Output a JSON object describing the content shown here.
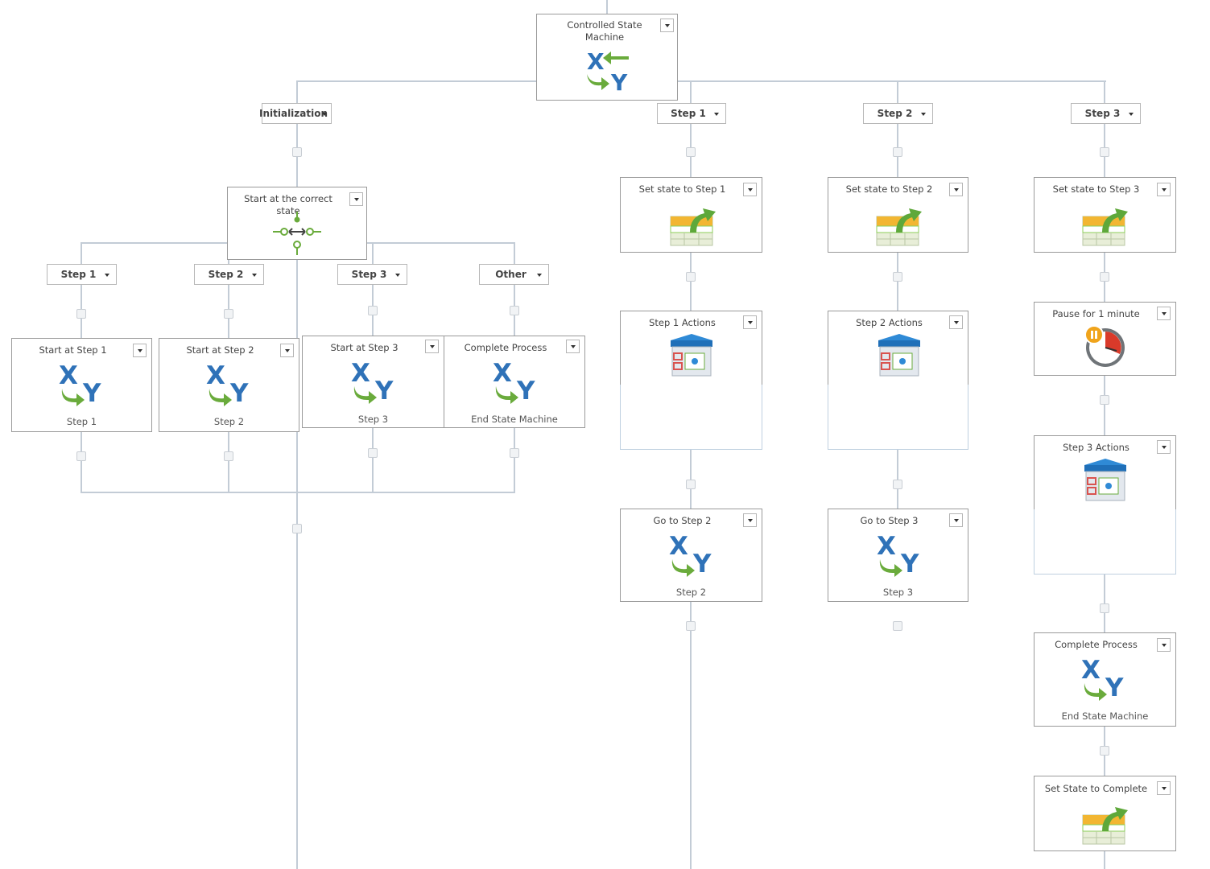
{
  "root": {
    "title": "Controlled State Machine"
  },
  "init": {
    "branch_label": "Initialization",
    "decision_title": "Start at the correct state",
    "branches": [
      {
        "label": "Step 1",
        "action_title": "Start at Step 1",
        "action_sub": "Step 1"
      },
      {
        "label": "Step 2",
        "action_title": "Start at Step 2",
        "action_sub": "Step 2"
      },
      {
        "label": "Step 3",
        "action_title": "Start at Step 3",
        "action_sub": "Step 3"
      },
      {
        "label": "Other",
        "action_title": "Complete Process",
        "action_sub": "End State Machine"
      }
    ]
  },
  "step1": {
    "label": "Step 1",
    "set_state_title": "Set state to Step 1",
    "actions_title": "Step 1 Actions",
    "goto_title": "Go to Step 2",
    "goto_sub": "Step 2"
  },
  "step2": {
    "label": "Step 2",
    "set_state_title": "Set state to Step 2",
    "actions_title": "Step 2 Actions",
    "goto_title": "Go to Step 3",
    "goto_sub": "Step 3"
  },
  "step3": {
    "label": "Step 3",
    "set_state_title": "Set state to Step 3",
    "pause_title": "Pause for 1 minute",
    "actions_title": "Step 3 Actions",
    "complete_title": "Complete Process",
    "complete_sub": "End State Machine",
    "set_complete_title": "Set State to Complete"
  },
  "icons": {
    "assign": "assign-xy-icon",
    "decision": "decision-icon",
    "update_table": "update-table-icon",
    "actions": "actions-package-icon",
    "pause": "pause-timer-icon"
  },
  "colors": {
    "wire": "#c3ccd6",
    "box_border": "#9a9a9a",
    "xy_blue": "#2f72b8",
    "arrow_green": "#6aab3c",
    "accent_orange": "#f0a41c"
  }
}
